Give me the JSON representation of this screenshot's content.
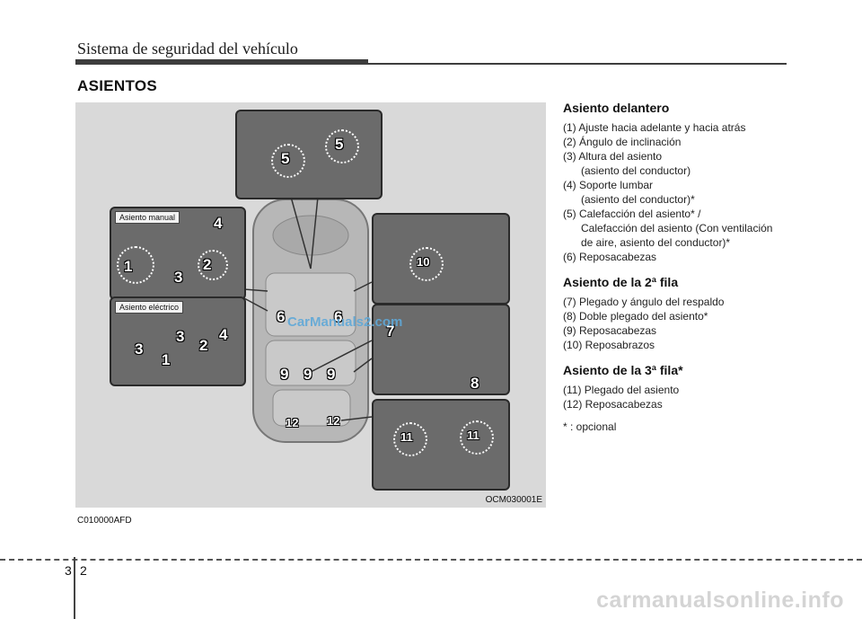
{
  "header": {
    "title": "Sistema de seguridad del vehículo"
  },
  "section": {
    "title": "ASIENTOS"
  },
  "figure": {
    "code": "OCM030001E",
    "watermark": "CarManuals2.com",
    "labels": {
      "manual": "Asiento manual",
      "electric": "Asiento eléctrico"
    },
    "callouts": [
      "1",
      "2",
      "3",
      "4",
      "5",
      "6",
      "7",
      "8",
      "9",
      "10",
      "11",
      "12"
    ]
  },
  "doc_code": "C010000AFD",
  "front": {
    "title": "Asiento delantero",
    "items": [
      {
        "main": "(1) Ajuste hacia adelante y hacia atrás",
        "cont": ""
      },
      {
        "main": "(2) Ángulo de inclinación",
        "cont": ""
      },
      {
        "main": "(3) Altura del asiento",
        "cont": "(asiento del conductor)"
      },
      {
        "main": "(4) Soporte lumbar",
        "cont": "(asiento del conductor)*"
      },
      {
        "main": "(5) Calefacción del asiento* /",
        "cont": "Calefacción del asiento (Con ventilación de aire, asiento del conductor)*"
      },
      {
        "main": "(6) Reposacabezas",
        "cont": ""
      }
    ]
  },
  "second": {
    "title": "Asiento de la 2ª fila",
    "items": [
      {
        "main": "(7) Plegado y ángulo del respaldo",
        "cont": ""
      },
      {
        "main": "(8) Doble plegado del asiento*",
        "cont": ""
      },
      {
        "main": "(9) Reposacabezas",
        "cont": ""
      },
      {
        "main": "(10) Reposabrazos",
        "cont": ""
      }
    ]
  },
  "third": {
    "title": "Asiento de la 3ª fila*",
    "items": [
      {
        "main": "(11) Plegado del asiento",
        "cont": ""
      },
      {
        "main": "(12) Reposacabezas",
        "cont": ""
      }
    ]
  },
  "note": "* : opcional",
  "footer": {
    "chapter": "3",
    "page": "2",
    "site": "carmanualsonline.info"
  }
}
